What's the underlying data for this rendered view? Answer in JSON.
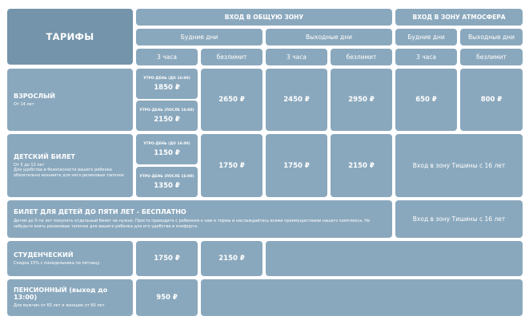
{
  "header": {
    "title": "ТАРИФЫ",
    "zone_common": "ВХОД В ОБЩУЮ ЗОНУ",
    "zone_atmosphere": "ВХОД В ЗОНУ АТМОСФЕРА",
    "weekdays": "Будние дни",
    "weekends": "Выходные дни",
    "h3": "3 часа",
    "unlimited": "безлимит"
  },
  "adult": {
    "name": "ВЗРОСЛЫЙ",
    "note": "От 14 лет",
    "morning_label": "УТРО-ДЕНЬ (ДО 16:00)",
    "morning_price": "1850 ₽",
    "evening_label": "УТРО-ДЕНЬ (ПОСЛЕ 16:00)",
    "evening_price": "2150 ₽",
    "wd_unlimited": "2650 ₽",
    "we_3h": "2450 ₽",
    "we_unlimited": "2950 ₽",
    "atm_wd": "650 ₽",
    "atm_we": "800 ₽"
  },
  "child": {
    "name": "ДЕТСКИЙ БИЛЕТ",
    "note1": "От 5 до 13 лет",
    "note2": "Для удобства и безопасности вашего ребенка обязательно возьмите для него резиновые тапочки",
    "morning_label": "УТРО-ДЕНЬ (ДО 16:00)",
    "morning_price": "1150 ₽",
    "evening_label": "УТРО-ДЕНЬ (ПОСЛЕ 16:00)",
    "evening_price": "1350 ₽",
    "wd_unlimited": "1750 ₽",
    "we_3h": "1750 ₽",
    "we_unlimited": "2150 ₽",
    "atm": "Вход в зону Тишины с 16 лет"
  },
  "under5": {
    "name": "БИЛЕТ ДЛЯ ДЕТЕЙ ДО ПЯТИ ЛЕТ - БЕСПЛАТНО",
    "note": "Детям до 5-ти лет покупать отдельный билет не нужно. Просто приходите с ребенком к нам в термы и наслаждайтесь всеми преимуществами нашего комплекса. Не забудьте взять резиновые тапочки для вашего ребенка для его удобства и комфорта.",
    "atm": "Вход в зону Тишины с 16 лет"
  },
  "student": {
    "name": "СТУДЕНЧЕСКИЙ",
    "note": "Скидка 15% с понедельника по пятницу",
    "wd_3h": "1750 ₽",
    "wd_unlimited": "2150 ₽"
  },
  "pension": {
    "name": "ПЕНСИОННЫЙ (выход до 13:00)",
    "note": "Для мужчин от 65 лет и женщин от 60 лет",
    "wd_3h": "950 ₽"
  }
}
